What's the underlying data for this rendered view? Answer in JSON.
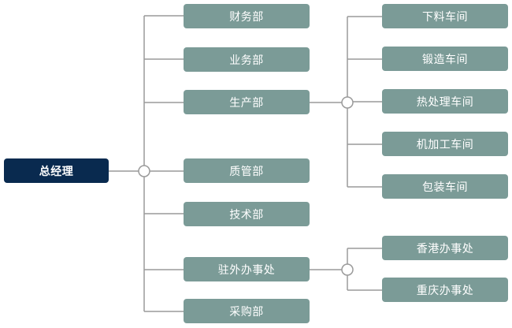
{
  "root": {
    "label": "总经理"
  },
  "departments": [
    {
      "id": "finance",
      "label": "财务部"
    },
    {
      "id": "business",
      "label": "业务部"
    },
    {
      "id": "production",
      "label": "生产部"
    },
    {
      "id": "quality",
      "label": "质管部"
    },
    {
      "id": "technology",
      "label": "技术部"
    },
    {
      "id": "office",
      "label": "驻外办事处"
    },
    {
      "id": "purchasing",
      "label": "采购部"
    }
  ],
  "production_workshops": [
    {
      "label": "下料车间"
    },
    {
      "label": "锻造车间"
    },
    {
      "label": "热处理车间"
    },
    {
      "label": "机加工车间"
    },
    {
      "label": "包装车间"
    }
  ],
  "offices": [
    {
      "label": "香港办事处"
    },
    {
      "label": "重庆办事处"
    }
  ],
  "colors": {
    "root_fill": "#092a4f",
    "node_fill": "#7b9b97",
    "connector": "#9a9a9a",
    "text": "#ffffff"
  }
}
